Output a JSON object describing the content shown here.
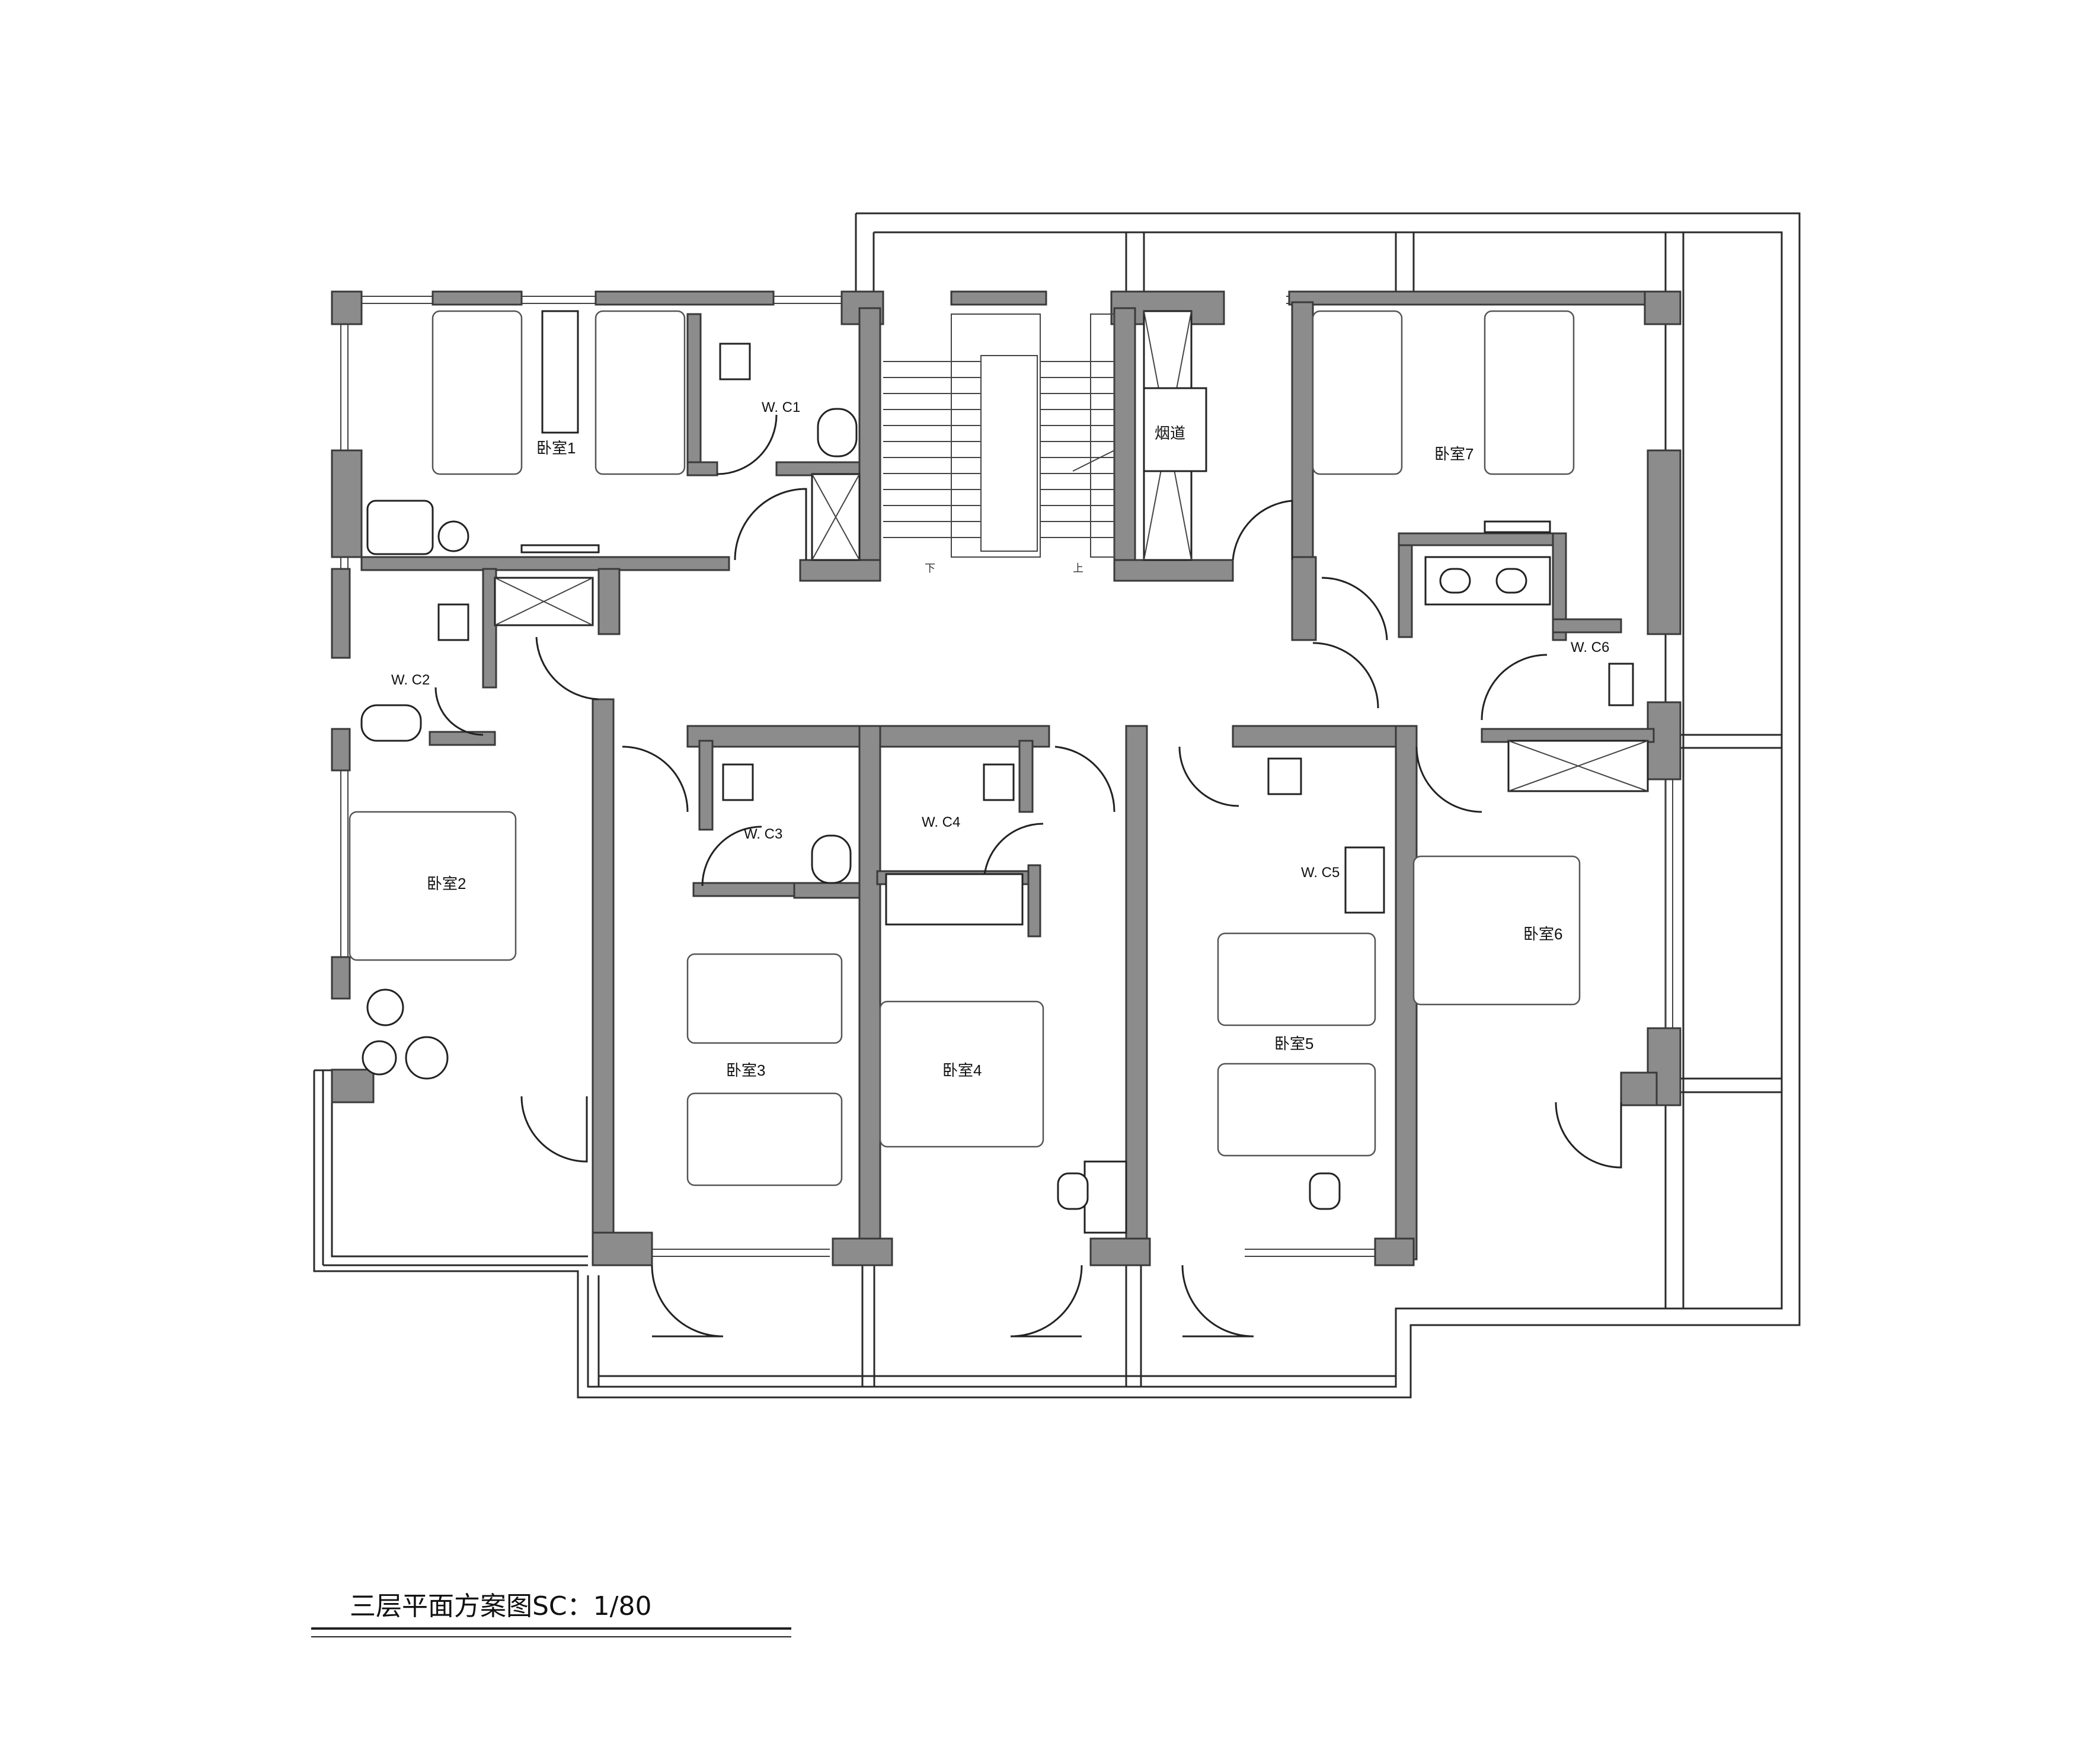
{
  "plan": {
    "title": "三层平面方案图SC：1/80",
    "rooms": [
      {
        "id": "br1",
        "label": "卧室1"
      },
      {
        "id": "br2",
        "label": "卧室2"
      },
      {
        "id": "br3",
        "label": "卧室3"
      },
      {
        "id": "br4",
        "label": "卧室4"
      },
      {
        "id": "br5",
        "label": "卧室5"
      },
      {
        "id": "br6",
        "label": "卧室6"
      },
      {
        "id": "br7",
        "label": "卧室7"
      }
    ],
    "wcs": [
      {
        "id": "wc1",
        "label": "W. C1"
      },
      {
        "id": "wc2",
        "label": "W. C2"
      },
      {
        "id": "wc3",
        "label": "W. C3"
      },
      {
        "id": "wc4",
        "label": "W. C4"
      },
      {
        "id": "wc5",
        "label": "W. C5"
      },
      {
        "id": "wc6",
        "label": "W. C6"
      }
    ],
    "flue": "烟道",
    "stairs": {
      "down": "下",
      "up": "上"
    }
  }
}
